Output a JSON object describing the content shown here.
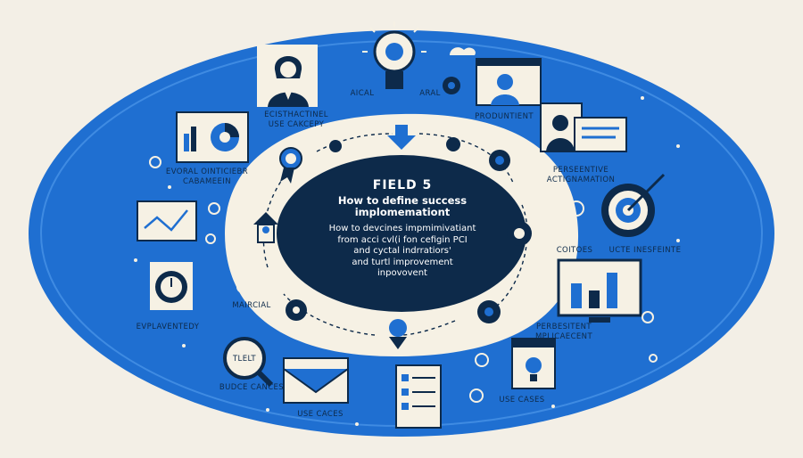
{
  "colors": {
    "background": "#f3efe6",
    "ring_blue": "#1f6fd1",
    "navy": "#0d2a4a",
    "cream": "#f6f1e4"
  },
  "center": {
    "title": "FIELD 5",
    "subtitle": "How to define success implomemationt",
    "body": "How to devcines impmimivatiant\nfrom acci cvl(i fon cefigin PCI\nand cyctal indrratiors'\nand turtl improvement\ninpovovent"
  },
  "labels": {
    "top_acial": "AICAL",
    "top_aral": "ARAL",
    "ecisthical": "ECISTHACTINEL\nUSE CAKCEPY",
    "evoral": "EVORAL OINTICIEBR\nCABAMEEIN",
    "produntient": "PRODUNTIENT",
    "perseentive": "PERSEENTIVE\nACTIGNAMATION",
    "coitoes": "COITOES",
    "ucteinesfeinte": "UCTE INESFEINTE",
    "maircial": "MAIRCIAL",
    "evplaventedy": "EVPLAVENTEDY",
    "tlelt": "TLELT",
    "budce_cances": "BUDCE CANCES",
    "use_caces_bottom": "USE CACES",
    "perbesitent": "PERBESITENT\nMPLICAECENT",
    "use_caces_right": "USE CASES"
  },
  "icons": [
    "businesswoman-icon",
    "lightbulb-icon",
    "browser-window-icon",
    "cloud-icon",
    "pie-chart-dashboard-icon",
    "line-chart-board-icon",
    "stopwatch-icon",
    "magnifier-icon",
    "envelope-inbox-icon",
    "checklist-icon",
    "speech-presenter-icon",
    "target-gear-icon",
    "monitor-bar-chart-icon",
    "calendar-idea-icon",
    "award-ribbon-icon",
    "down-arrow-icon",
    "upload-icon",
    "cycle-gear-icon"
  ]
}
